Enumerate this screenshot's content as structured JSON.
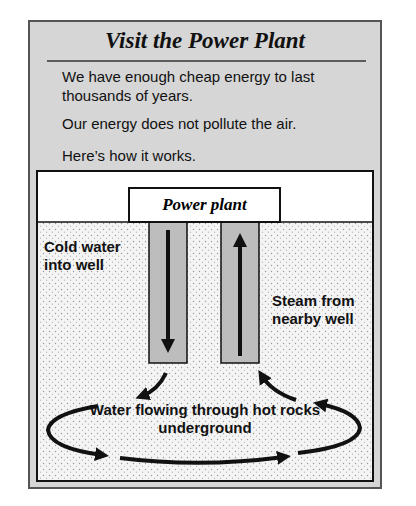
{
  "diagram": {
    "title": "Visit the Power Plant",
    "nodes": [
      {
        "text": [
          "Power plant"
        ]
      }
    ],
    "labels": [
      "We have enough cheap energy to last thousands of years.",
      "Our energy does not pollute the air.",
      "Here’s how it works.",
      "Cold water into well",
      "Steam from nearby well",
      "Water flowing through hot rocks underground"
    ]
  }
}
